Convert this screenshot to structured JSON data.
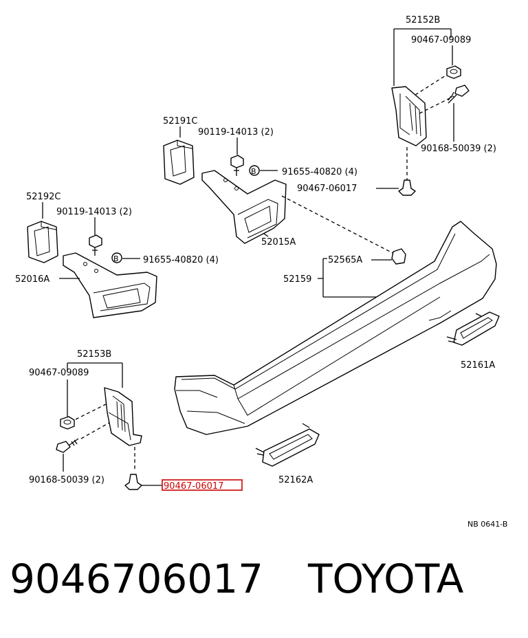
{
  "labels": {
    "top_right_group": "52152B",
    "top_right_nut": "90467-09089",
    "top_right_screw": "90168-50039 (2)",
    "clip_right": "90467-06017",
    "retainer_top": "52191C",
    "bolt_top": "90119-14013 (2)",
    "b_nut_top": "91655-40820 (4)",
    "b_marker": "B",
    "bracket_right": "52015A",
    "retainer_left": "52192C",
    "bolt_left": "90119-14013 (2)",
    "b_nut_left": "91655-40820 (4)",
    "bracket_left": "52016A",
    "bumper_clip": "52565A",
    "bumper_cover": "52159",
    "reflector_right": "52161A",
    "bottom_left_group": "52153B",
    "bottom_left_nut": "90467-09089",
    "bottom_left_screw": "90168-50039 (2)",
    "clip_highlighted": "90467-06017",
    "reflector_left": "52162A",
    "diagram_code": "NB 0641-B"
  },
  "highlight_color": "#cc0000",
  "footer": {
    "part_number": "9046706017",
    "brand": "TOYOTA"
  }
}
